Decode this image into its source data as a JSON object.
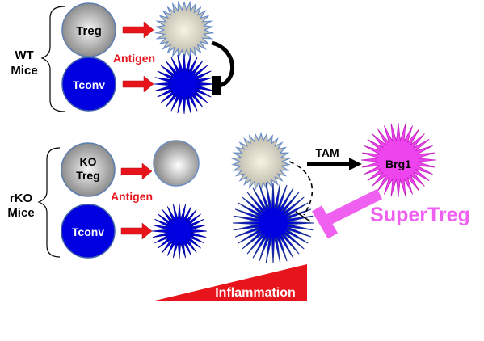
{
  "wt": {
    "group_label_line1": "WT",
    "group_label_line2": "Mice",
    "treg_label": "Treg",
    "tconv_label": "Tconv",
    "antigen_label": "Antigen"
  },
  "rko": {
    "group_label_line1": "rKO",
    "group_label_line2": "Mice",
    "ko_treg_line1": "KO",
    "ko_treg_line2": "Treg",
    "tconv_label": "Tconv",
    "antigen_label": "Antigen"
  },
  "tam_label": "TAM",
  "brg1_label": "Brg1",
  "supertreg_label": "SuperTreg",
  "inflammation_label": "Inflammation",
  "colors": {
    "treg_gray": "#a8a8a8",
    "tconv_blue": "#0000e0",
    "arrow_red": "#e8141b",
    "brg1_magenta": "#ee44ee",
    "supertreg_magenta": "#f060f0",
    "starburst_border": "#6a8ec8"
  }
}
